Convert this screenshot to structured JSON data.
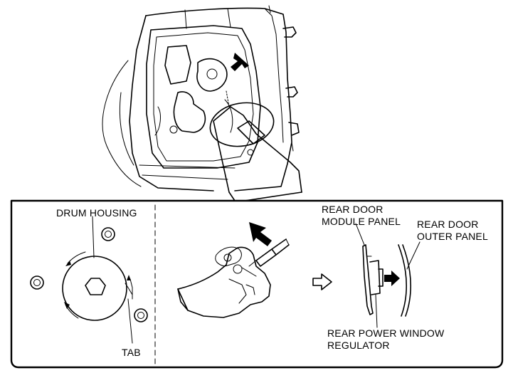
{
  "labels": {
    "drum_housing": "DRUM HOUSING",
    "tab": "TAB",
    "module_panel_line1": "REAR DOOR",
    "module_panel_line2": "MODULE PANEL",
    "outer_panel_line1": "REAR DOOR",
    "outer_panel_line2": "OUTER PANEL",
    "regulator_line1": "REAR POWER WINDOW",
    "regulator_line2": "REGULATOR"
  },
  "icons": {
    "direction_arrow": "filled-arrow-icon",
    "sequence_arrow": "hollow-arrow-icon"
  }
}
